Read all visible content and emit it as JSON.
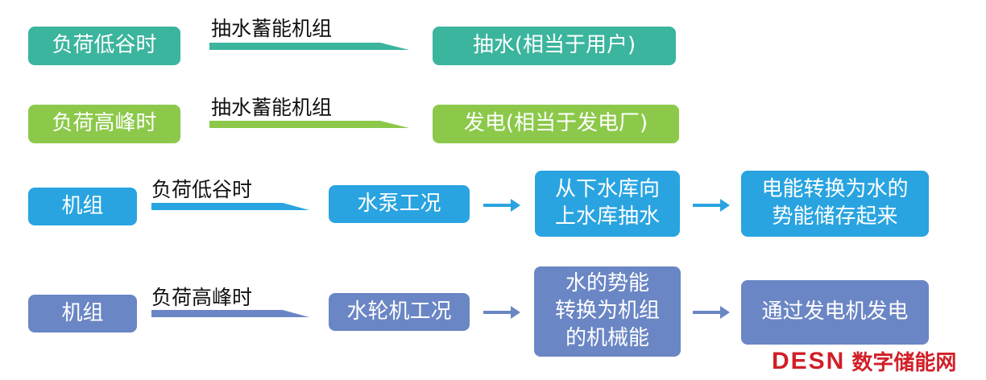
{
  "row1": {
    "left_box": "负荷低谷时",
    "arrow_label": "抽水蓄能机组",
    "right_box": "抽水(相当于用户)",
    "color": "#3bb59d"
  },
  "row2": {
    "left_box": "负荷高峰时",
    "arrow_label": "抽水蓄能机组",
    "right_box": "发电(相当于发电厂)",
    "color": "#8cc94a"
  },
  "row3": {
    "unit_box": "机组",
    "arrow_label": "负荷低谷时",
    "step1": "水泵工况",
    "step2_line1": "从下水库向",
    "step2_line2": "上水库抽水",
    "step3_line1": "电能转换为水的",
    "step3_line2": "势能储存起来",
    "color": "#29a4e0"
  },
  "row4": {
    "unit_box": "机组",
    "arrow_label": "负荷高峰时",
    "step1": "水轮机工况",
    "step2_line1": "水的势能",
    "step2_line2": "转换为机组",
    "step2_line3": "的机械能",
    "step3": "通过发电机发电",
    "color": "#6b86c4"
  },
  "watermark": {
    "en": "DESN",
    "cn": "数字储能网",
    "color": "#d11f28"
  },
  "icons": {
    "long_arrow": "swoosh-arrow-icon",
    "short_arrow": "right-arrow-icon"
  }
}
